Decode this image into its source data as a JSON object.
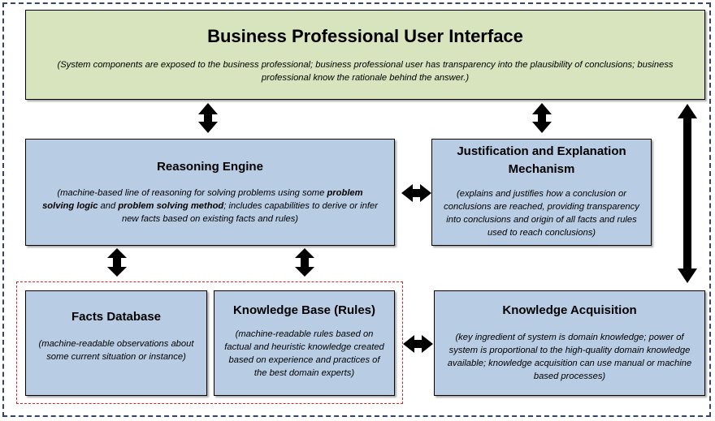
{
  "diagram": {
    "ui": {
      "title": "Business Professional User Interface",
      "desc": "(System components are exposed to the business professional; business professional user has transparency into the plausibility of conclusions; business professional know the rationale behind the answer.)"
    },
    "reasoning": {
      "title": "Reasoning Engine",
      "desc_1": "(machine-based line of reasoning for solving problems using some ",
      "desc_b1": "problem solving logic",
      "desc_2": " and ",
      "desc_b2": "problem solving method",
      "desc_3": "; includes capabilities to derive or infer new facts based on existing facts and rules)"
    },
    "justification": {
      "title": "Justification and Explanation Mechanism",
      "desc": "(explains and justifies how a conclusion or conclusions are reached, providing transparency into conclusions and origin of all facts and rules used to reach conclusions)"
    },
    "facts": {
      "title": "Facts Database",
      "desc": "(machine-readable observations about some current situation or instance)"
    },
    "knowledge_base": {
      "title": "Knowledge Base (Rules)",
      "desc": "(machine-readable rules based on factual and heuristic knowledge created based on experience and practices of the best domain experts)"
    },
    "acquisition": {
      "title": "Knowledge Acquisition",
      "desc": "(key ingredient of system is domain knowledge; power of system is proportional to the high-quality domain knowledge available; knowledge acquisition can use manual or machine based processes)"
    }
  },
  "colors": {
    "ui_fill": "#d7e4bd",
    "component_fill": "#b8cce4",
    "group_border": "#e02020",
    "frame_border": "#33456a",
    "arrow": "#000000"
  }
}
